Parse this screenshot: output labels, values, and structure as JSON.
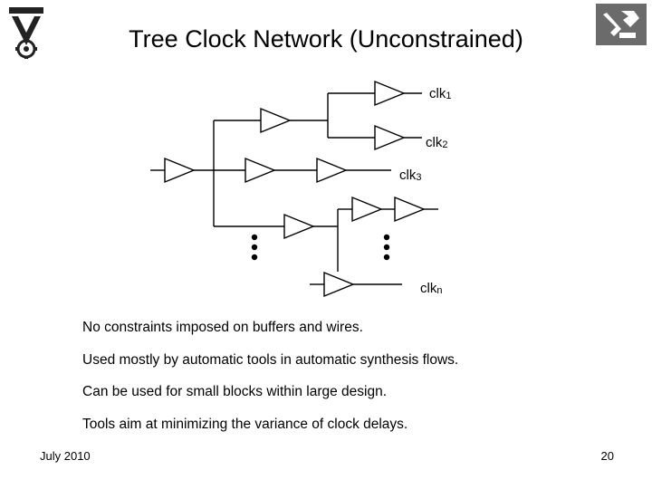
{
  "slide": {
    "title": "Tree Clock Network (Unconstrained)",
    "logos": {
      "left": "technion-emblem-icon",
      "right": "faculty-emblem-icon"
    },
    "diagram": {
      "labels": {
        "clk1": {
          "base": "clk",
          "sub": "1"
        },
        "clk2": {
          "base": "clk",
          "sub": "2"
        },
        "clk3": {
          "base": "clk",
          "sub": "3"
        },
        "clkn": {
          "base": "clk",
          "sub": "n"
        }
      }
    },
    "bullets": [
      "No constraints imposed on buffers and wires.",
      "Used mostly by automatic tools in automatic synthesis flows.",
      "Can be used for small blocks within large design.",
      "Tools aim at minimizing the variance of clock delays."
    ],
    "footer": {
      "date": "July 2010",
      "page": "20"
    }
  }
}
